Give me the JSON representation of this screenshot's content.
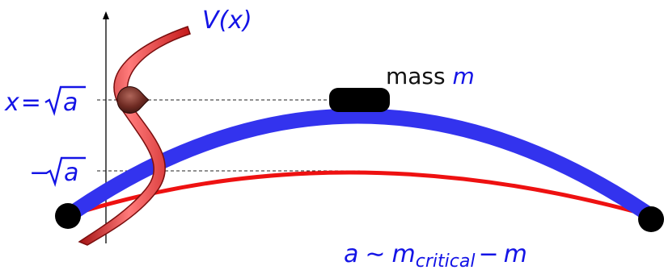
{
  "labels": {
    "potential": "V(x)",
    "mass_prefix": "mass ",
    "mass_symbol": "m",
    "x_label": "x",
    "x_equals": "=",
    "sqrt_arg": "a",
    "minus": "−",
    "relation_a": "a",
    "relation_tilde": "∼",
    "relation_m": "m",
    "relation_sub": "critical",
    "relation_minus": "−",
    "relation_m2": "m"
  },
  "colors": {
    "blue_string": "#3333ee",
    "red_string": "#ee1111",
    "potential_fill": "#e63b3b",
    "potential_edge": "#7a0e0e",
    "mass_block": "#000000",
    "ball": "#6a2a22",
    "math_text": "#1414e6",
    "dashed_line": "#222222"
  }
}
